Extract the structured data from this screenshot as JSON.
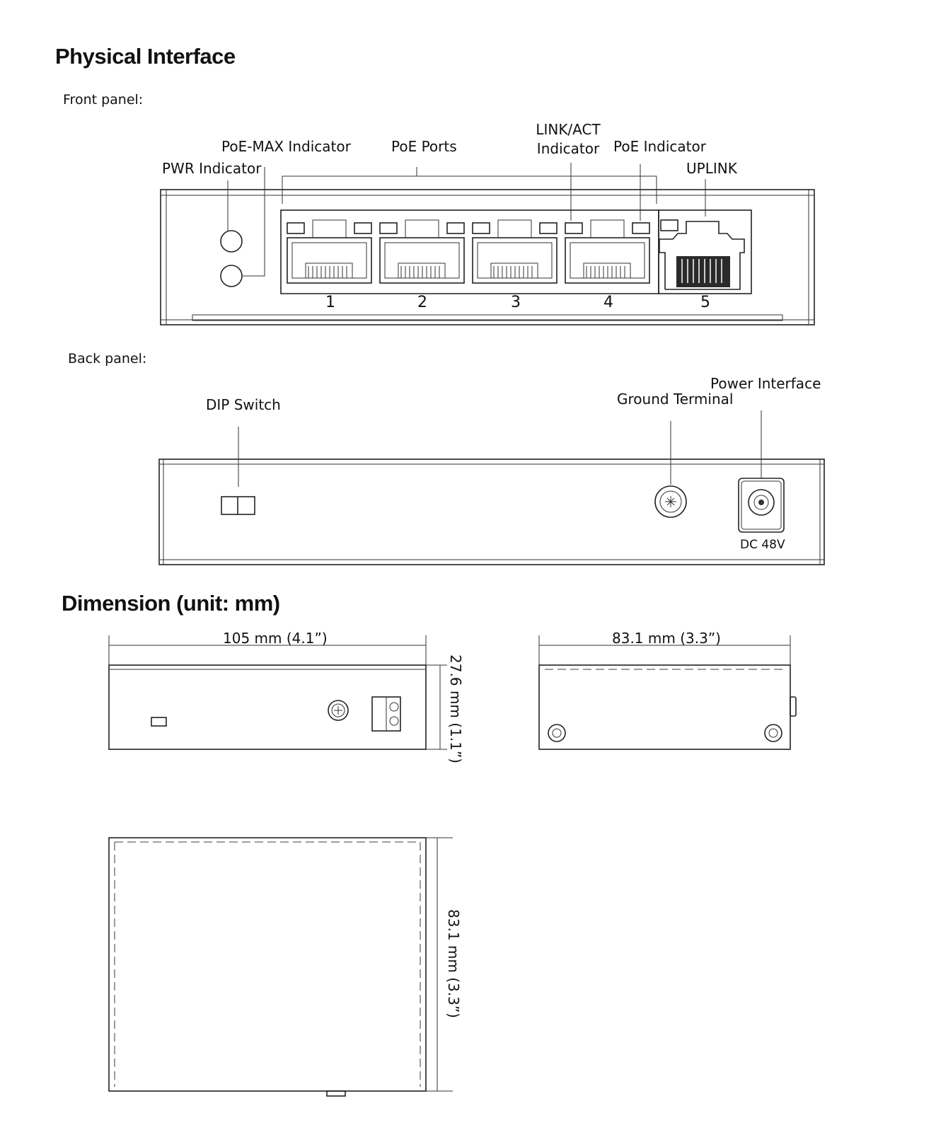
{
  "headings": {
    "physical_interface": "Physical Interface",
    "dimension": "Dimension (unit: mm)"
  },
  "front_panel": {
    "title": "Front panel:",
    "labels": {
      "pwr_indicator": "PWR Indicator",
      "poe_max_indicator": "PoE-MAX Indicator",
      "poe_ports": "PoE Ports",
      "link_act_line1": "LINK/ACT",
      "link_act_line2": "Indicator",
      "poe_indicator": "PoE Indicator",
      "uplink": "UPLINK"
    },
    "port_numbers": [
      "1",
      "2",
      "3",
      "4",
      "5"
    ]
  },
  "back_panel": {
    "title": "Back panel:",
    "labels": {
      "dip_switch": "DIP Switch",
      "ground_terminal": "Ground Terminal",
      "power_interface": "Power Interface",
      "dc_rating": "DC 48V"
    }
  },
  "dimensions": {
    "width_label": "105 mm (4.1”)",
    "height_label": "27.6 mm (1.1”)",
    "depth_label_side": "83.1 mm (3.3”)",
    "depth_label_top": "83.1 mm (3.3”)"
  }
}
